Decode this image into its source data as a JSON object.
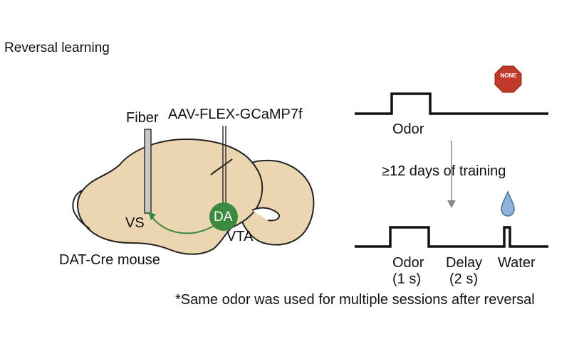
{
  "title": "Reversal learning",
  "brain_diagram": {
    "fiber_label": "Fiber",
    "virus_label": "AAV-FLEX-GCaMP7f",
    "vs_label": "VS",
    "da_label": "DA",
    "vta_label": "VTA",
    "mouse_label": "DAT-Cre mouse",
    "colors": {
      "brain_fill": "#ecd5b1",
      "da_fill": "#3a8a3f",
      "arrow": "#3a8a3f",
      "fiber": "#c8c8c8"
    }
  },
  "stop_sign": {
    "text": "NONE",
    "color": "#c0392b"
  },
  "timeline": {
    "before": {
      "odor_label": "Odor"
    },
    "training_label": "≥12 days of training",
    "after": {
      "odor_label": "Odor",
      "odor_duration": "(1 s)",
      "delay_label": "Delay",
      "delay_duration": "(2 s)",
      "water_label": "Water"
    },
    "water_drop_color": "#8fb3d9"
  },
  "footnote": "*Same odor was used for multiple sessions after reversal"
}
